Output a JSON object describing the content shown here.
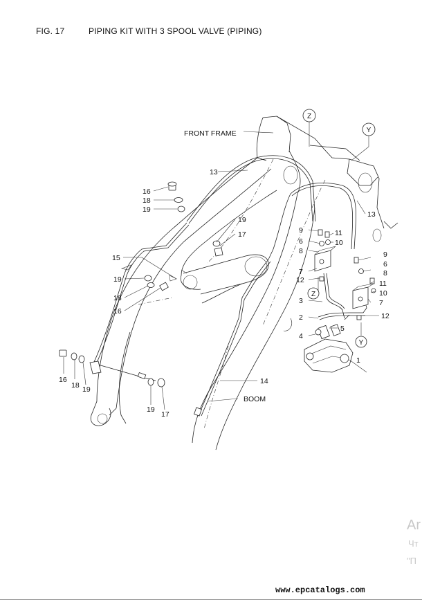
{
  "header": {
    "fig_number": "FIG. 17",
    "title": "PIPING KIT WITH 3 SPOOL VALVE (PIPING)"
  },
  "labels": {
    "front_frame": "FRONT FRAME",
    "boom": "BOOM"
  },
  "view_callouts": [
    "Z",
    "Y",
    "Z",
    "Y"
  ],
  "part_numbers": [
    "1",
    "2",
    "3",
    "4",
    "5",
    "6",
    "7",
    "8",
    "9",
    "10",
    "11",
    "12",
    "13",
    "14",
    "15",
    "16",
    "17",
    "18",
    "19"
  ],
  "footer": {
    "url": "www.epcatalogs.com"
  },
  "watermark": {
    "line1": "Ar",
    "line2": "Чт",
    "line3": "\"П"
  },
  "colors": {
    "ink": "#111111",
    "watermark": "#c8c8c8",
    "background": "#ffffff"
  }
}
